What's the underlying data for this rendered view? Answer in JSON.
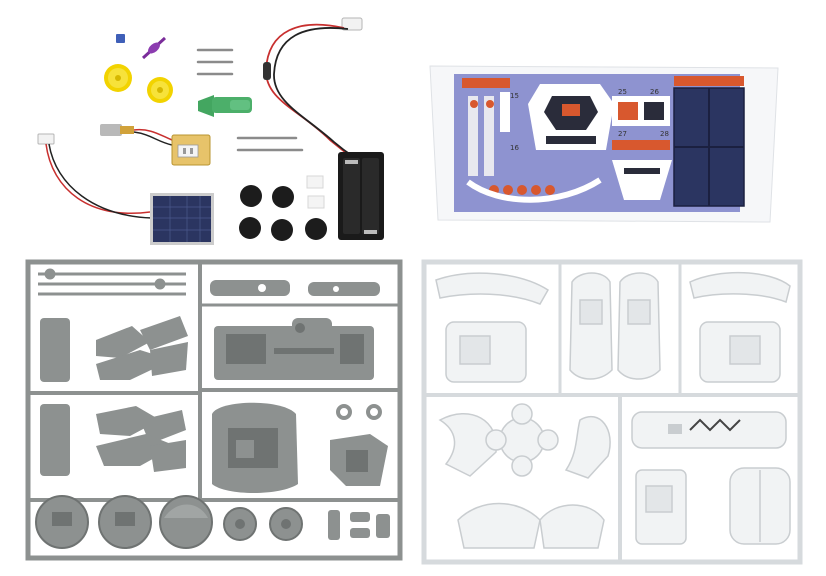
{
  "photo": {
    "colors": {
      "background": "#ffffff",
      "grey_sprue": "#8d9190",
      "grey_sprue_dark": "#6f7372",
      "white_sprue": "#f1f3f4",
      "white_sprue_edge": "#c9cdd0",
      "solar_panel": "#2b3561",
      "sticker_blue": "#8e93d0",
      "sticker_orange": "#d8582e",
      "sticker_dark": "#2a2c3a",
      "wire_red": "#c8302f",
      "wire_black": "#222222",
      "gear_yellow": "#f2d300",
      "motor_green": "#4caf6a",
      "battery_holder": "#1a1a1a",
      "rubber_black": "#1c1c1c"
    },
    "sticker_labels": {
      "label_1": "25",
      "label_2": "26",
      "label_3": "27",
      "label_4": "28",
      "label_5": "15",
      "label_6": "16"
    }
  }
}
